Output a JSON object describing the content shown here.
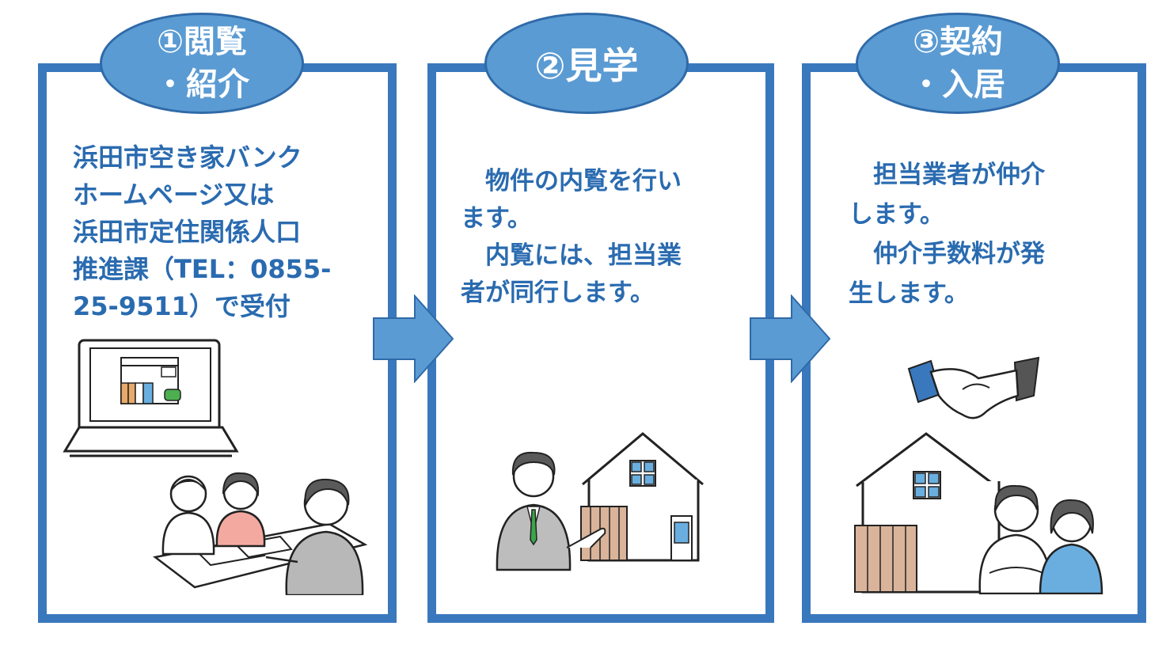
{
  "steps": [
    {
      "heading": "①閲覧\n・紹介",
      "body": "浜田市空き家バンク\nホームページ又は\n浜田市定住関係人口\n推進課（TEL：0855-\n25-9511）で受付"
    },
    {
      "heading": "②見学",
      "body": "　物件の内覧を行い\nます。\n　内覧には、担当業\n者が同行します。"
    },
    {
      "heading": "③契約\n・入居",
      "body": "　担当業者が仲介\nします。\n　仲介手数料が発\n生します。"
    }
  ],
  "colors": {
    "frame": "#3a78bd",
    "oval": "#5b9bd3",
    "text": "#2a6bb0",
    "arrow": "#5b9bd3"
  }
}
